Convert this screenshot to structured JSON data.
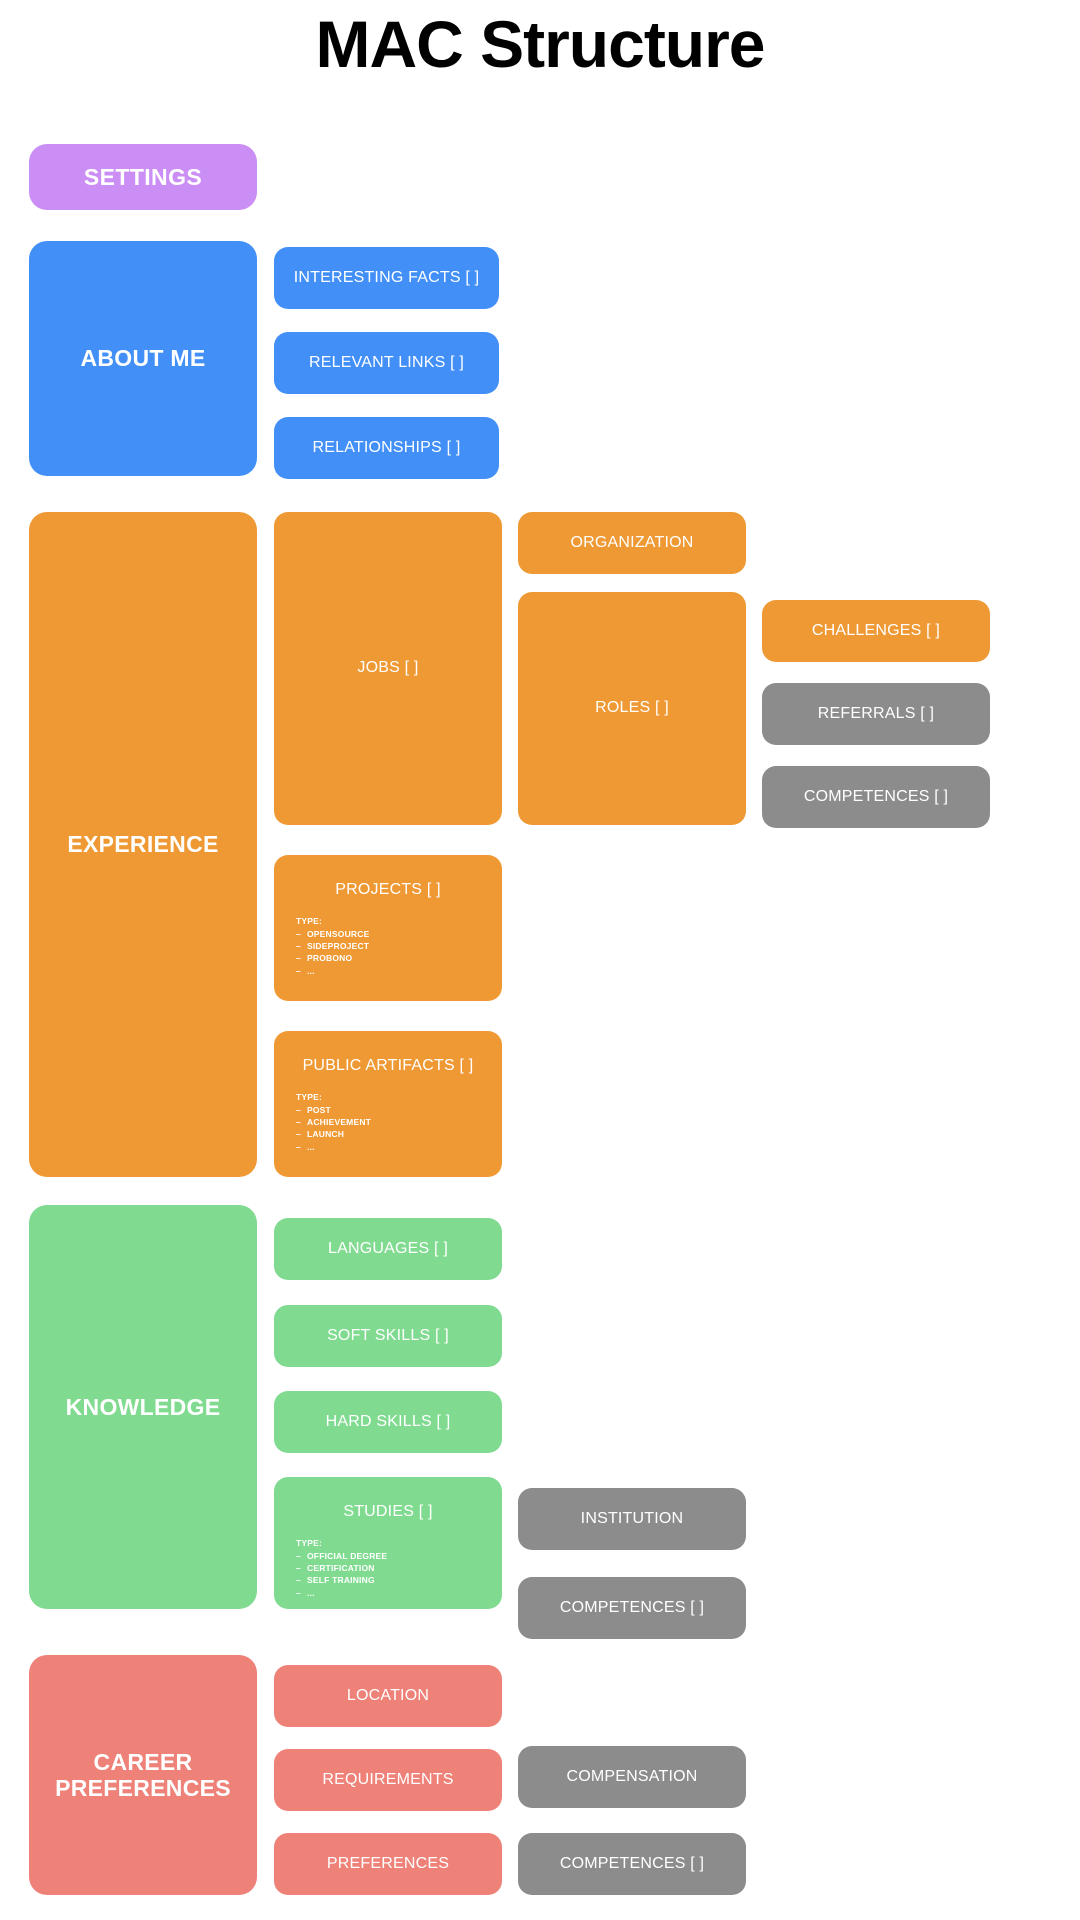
{
  "page": {
    "title": "MAC Structure",
    "background": "#ffffff"
  },
  "colors": {
    "purple": "#cb8ef5",
    "blue": "#4290f7",
    "orange": "#ef9934",
    "green": "#80db91",
    "red": "#ee8178",
    "gray": "#8c8c8c",
    "text": "#ffffff",
    "title_text": "#000000"
  },
  "settings": {
    "label": "SETTINGS"
  },
  "about_me": {
    "label": "ABOUT ME",
    "children": [
      {
        "label": "INTERESTING FACTS [ ]"
      },
      {
        "label": "RELEVANT LINKS [ ]"
      },
      {
        "label": "RELATIONSHIPS [ ]"
      }
    ]
  },
  "experience": {
    "label": "EXPERIENCE",
    "jobs": {
      "label": "JOBS [ ]"
    },
    "organization": {
      "label": "ORGANIZATION"
    },
    "roles": {
      "label": "ROLES [ ]"
    },
    "challenges": {
      "label": "CHALLENGES [ ]"
    },
    "referrals": {
      "label": "REFERRALS [ ]"
    },
    "competences": {
      "label": "COMPETENCES [ ]"
    },
    "projects": {
      "label": "PROJECTS [ ]",
      "type_heading": "TYPE:",
      "types": [
        "OPENSOURCE",
        "SIDEPROJECT",
        "PROBONO",
        "..."
      ]
    },
    "public_artifacts": {
      "label": "PUBLIC ARTIFACTS [ ]",
      "type_heading": "TYPE:",
      "types": [
        "POST",
        "ACHIEVEMENT",
        "LAUNCH",
        "..."
      ]
    }
  },
  "knowledge": {
    "label": "KNOWLEDGE",
    "languages": {
      "label": "LANGUAGES [ ]"
    },
    "soft_skills": {
      "label": "SOFT SKILLS [ ]"
    },
    "hard_skills": {
      "label": "HARD SKILLS [ ]"
    },
    "studies": {
      "label": "STUDIES [ ]",
      "type_heading": "TYPE:",
      "types": [
        "OFFICIAL DEGREE",
        "CERTIFICATION",
        "SELF TRAINING",
        "..."
      ]
    },
    "institution": {
      "label": "INSTITUTION"
    },
    "competences": {
      "label": "COMPETENCES [ ]"
    }
  },
  "career_preferences": {
    "label": "CAREER\nPREFERENCES",
    "label_line1": "CAREER",
    "label_line2": "PREFERENCES",
    "location": {
      "label": "LOCATION"
    },
    "requirements": {
      "label": "REQUIREMENTS"
    },
    "preferences": {
      "label": "PREFERENCES"
    },
    "compensation": {
      "label": "COMPENSATION"
    },
    "competences": {
      "label": "COMPETENCES [ ]"
    }
  }
}
